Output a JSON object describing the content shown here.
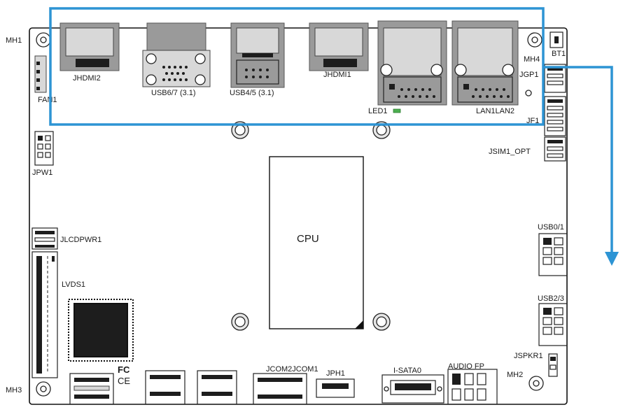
{
  "labels": {
    "mh1": "MH1",
    "mh2": "MH2",
    "mh3": "MH3",
    "mh4": "MH4",
    "bt1": "BT1",
    "fan1": "FAN1",
    "jhdmi2": "JHDMI2",
    "usb67": "USB6/7 (3.1)",
    "usb45": "USB4/5 (3.1)",
    "jhdmi1": "JHDMI1",
    "led1": "LED1",
    "lan1lan2": "LAN1LAN2",
    "jgp1": "JGP1",
    "jf1": "JF1",
    "jsim1": "JSIM1_OPT",
    "jpw1": "JPW1",
    "cpu": "CPU",
    "jlcdpwr1": "JLCDPWR1",
    "lvds1": "LVDS1",
    "usb01": "USB0/1",
    "usb23": "USB2/3",
    "jspkr1": "JSPKR1",
    "jcom": "JCOM2JCOM1",
    "jph1": "JPH1",
    "isata0": "I-SATA0",
    "audiofp": "AUDIO FP",
    "fc": "FC",
    "ce": "CE"
  },
  "colors": {
    "highlight": "#2d94d4",
    "board_outline": "#111111",
    "led": "#4caf50"
  }
}
